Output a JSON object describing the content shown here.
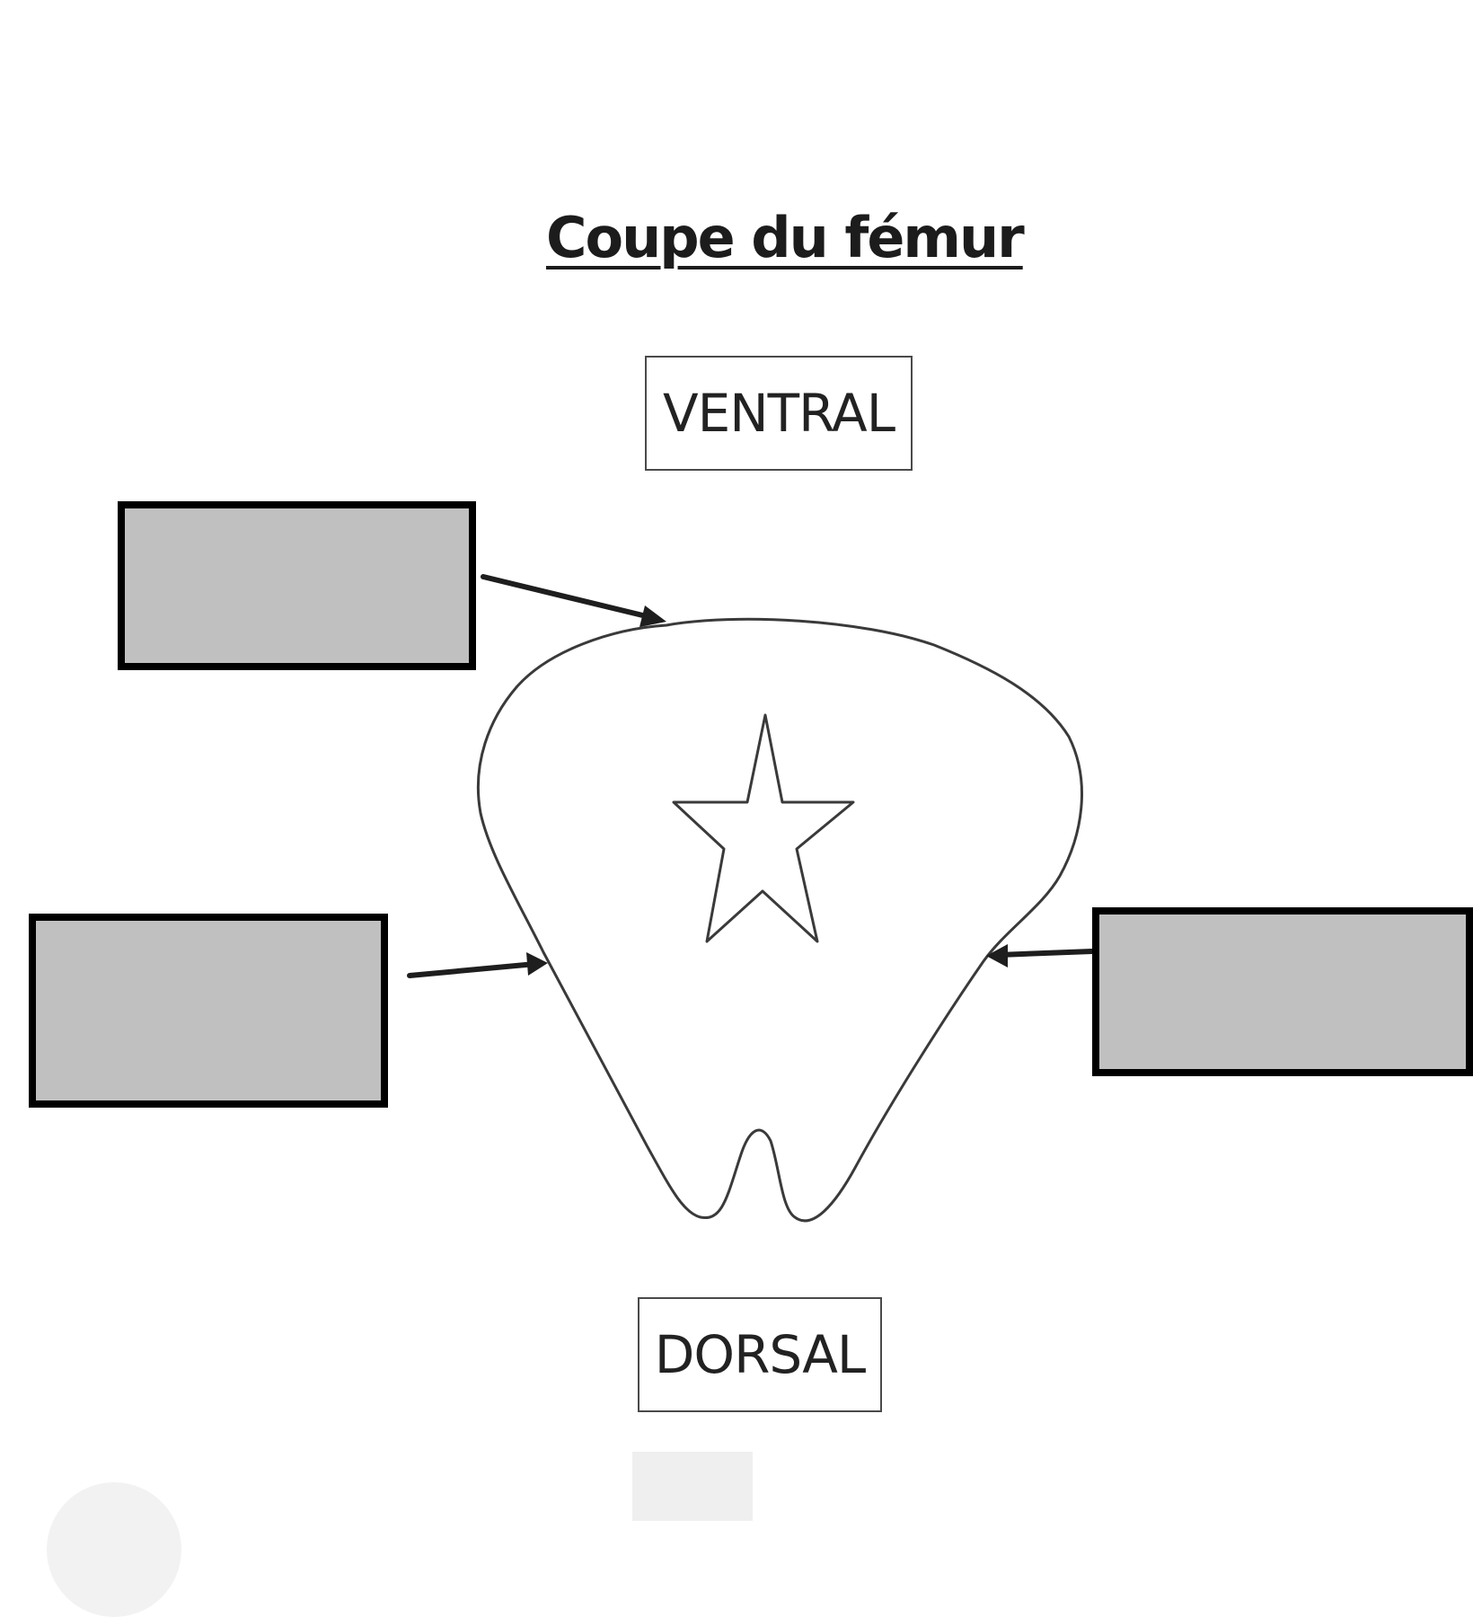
{
  "title": "Coupe du fémur",
  "orientation": {
    "ventral": "VENTRAL",
    "dorsal": "DORSAL"
  },
  "label_boxes": [
    {
      "id": "top-left",
      "text": ""
    },
    {
      "id": "left",
      "text": ""
    },
    {
      "id": "right",
      "text": ""
    }
  ],
  "colors": {
    "box_fill": "#c0c0c0",
    "box_border": "#000000",
    "outline": "#3a3a3a"
  }
}
